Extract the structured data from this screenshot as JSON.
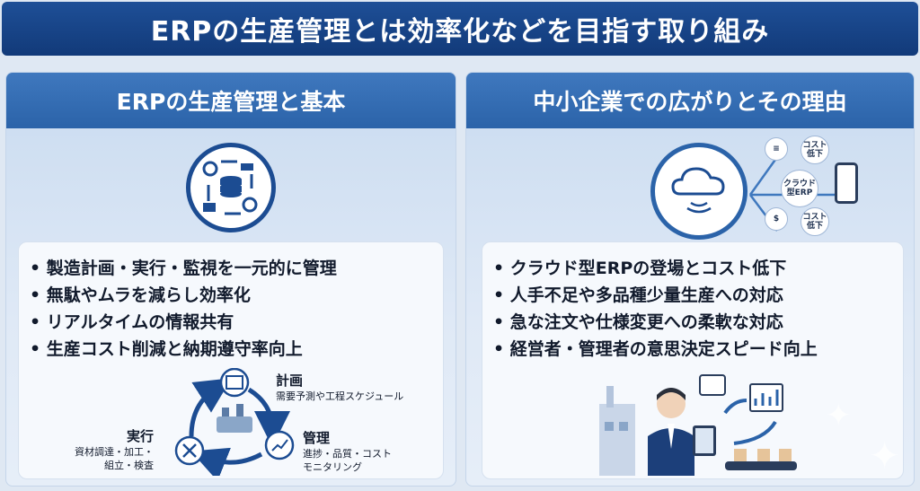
{
  "title": "ERPの生産管理とは効率化などを目指す取り組み",
  "left": {
    "header": "ERPの生産管理と基本",
    "bullets": [
      "製造計画・実行・監視を一元的に管理",
      "無駄やムラを減らし効率化",
      "リアルタイムの情報共有",
      "生産コスト削減と納期遵守率向上"
    ],
    "cycle": {
      "plan": {
        "label": "計画",
        "detail": "需要予測や工程スケジュール"
      },
      "manage": {
        "label": "管理",
        "detail_line1": "進捗・品質・コスト",
        "detail_line2": "モニタリング"
      },
      "execute": {
        "label": "実行",
        "detail_line1": "資材調達・加工・",
        "detail_line2": "組立・検査"
      }
    }
  },
  "right": {
    "header": "中小企業での広がりとその理由",
    "bullets": [
      "クラウド型ERPの登場とコスト低下",
      "人手不足や多品種少量生産への対応",
      "急な注文や仕様変更への柔軟な対応",
      "経営者・管理者の意思決定スピード向上"
    ],
    "cloud_badges": {
      "cost_top": "コスト低下",
      "cloud_erp": "クラウド型ERP",
      "cost_bottom": "コスト低下"
    }
  },
  "colors": {
    "navy": "#123a79",
    "header_blue": "#2b63a9",
    "panel_bg": "#dfe9f6",
    "accent": "#1c4c92"
  }
}
